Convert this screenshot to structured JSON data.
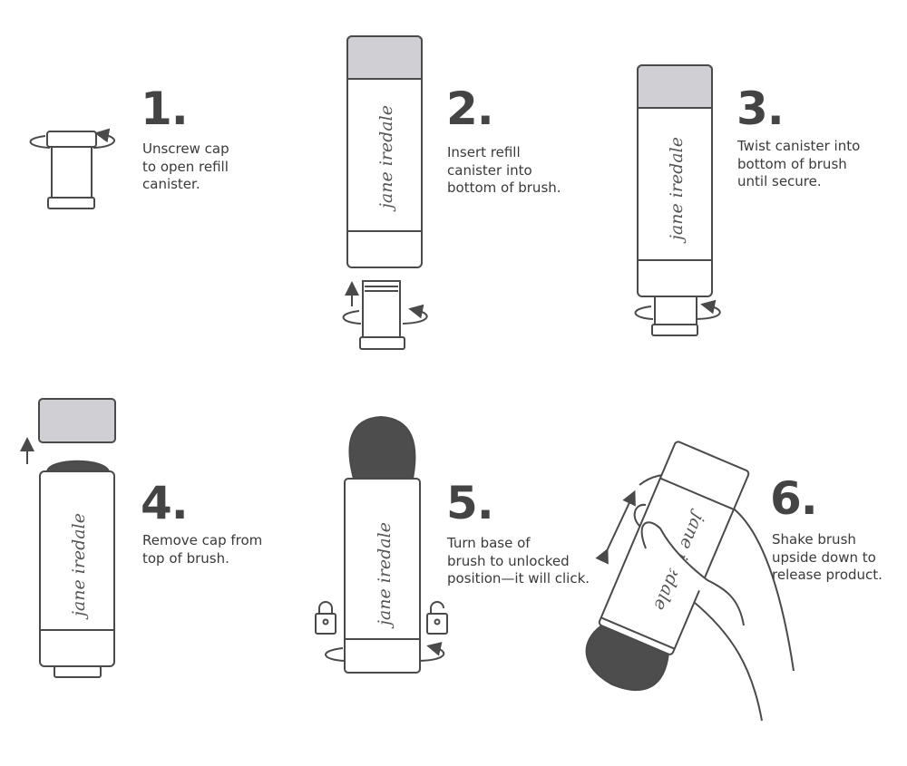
{
  "brand": "jane iredale",
  "colors": {
    "ink": "#4a4a4a",
    "cap_fill": "#cfcfd4",
    "brush_fill": "#4d4d4d"
  },
  "steps": [
    {
      "number": "1.",
      "text": "Unscrew cap\nto open refill\ncanister."
    },
    {
      "number": "2.",
      "text": "Insert refill\ncanister into\nbottom of brush."
    },
    {
      "number": "3.",
      "text": "Twist canister into\nbottom of brush\nuntil secure."
    },
    {
      "number": "4.",
      "text": "Remove cap from\ntop of brush."
    },
    {
      "number": "5.",
      "text": "Turn base of\nbrush to unlocked\nposition—it will click."
    },
    {
      "number": "6.",
      "text": "Shake brush\nupside down to\nrelease product."
    }
  ]
}
